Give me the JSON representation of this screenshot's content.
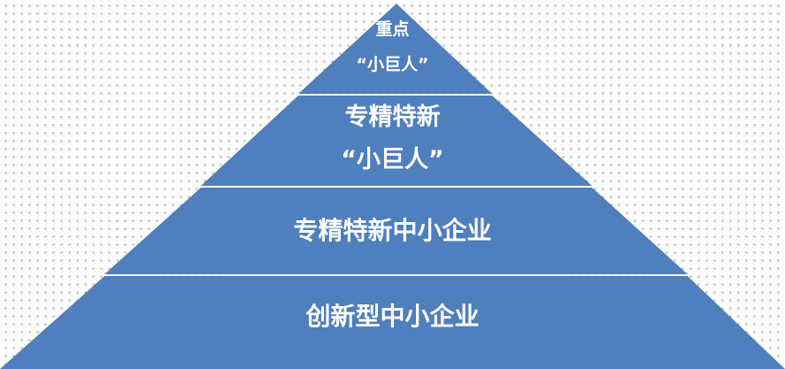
{
  "diagram": {
    "type": "pyramid",
    "fill_color": "#4f7fbd",
    "separator_color": "#ffffff",
    "text_color": "#ffffff",
    "tiers": [
      {
        "level": 1,
        "lines": [
          "重点",
          "“小巨人”"
        ]
      },
      {
        "level": 2,
        "lines": [
          "专精特新",
          "“小巨人”"
        ]
      },
      {
        "level": 3,
        "lines": [
          "专精特新中小企业"
        ]
      },
      {
        "level": 4,
        "lines": [
          "创新型中小企业"
        ]
      }
    ]
  }
}
